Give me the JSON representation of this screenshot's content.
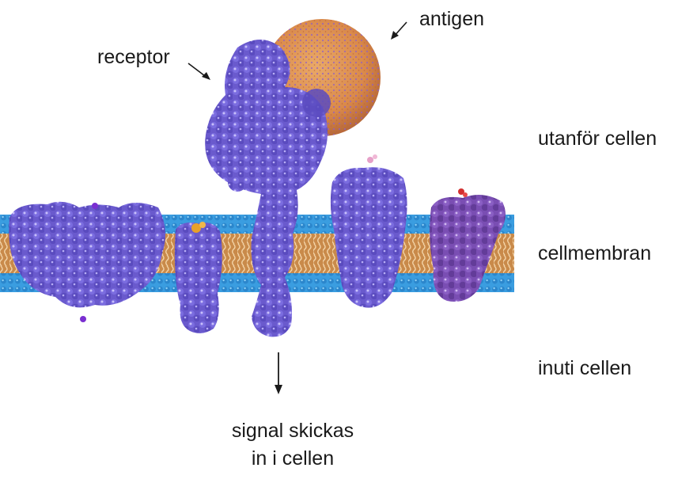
{
  "labels": {
    "antigen": "antigen",
    "receptor": "receptor",
    "outside": "utanför cellen",
    "membrane": "cellmembran",
    "inside": "inuti cellen",
    "signal_line1": "signal skickas",
    "signal_line2": "in i cellen"
  },
  "colors": {
    "protein": "#6a5acd",
    "protein_dark": "#3f3494",
    "protein_light": "#a69bea",
    "membrane_head": "#3a9de0",
    "membrane_tail": "#c98a4a",
    "antigen": "#d9894a",
    "antigen_dots": "#8e5cc7",
    "ligand_yellow": "#e8a12a",
    "ligand_red": "#d23030"
  },
  "icons": [
    "arrow-receptor-icon",
    "arrow-antigen-icon",
    "arrow-signal-icon"
  ]
}
